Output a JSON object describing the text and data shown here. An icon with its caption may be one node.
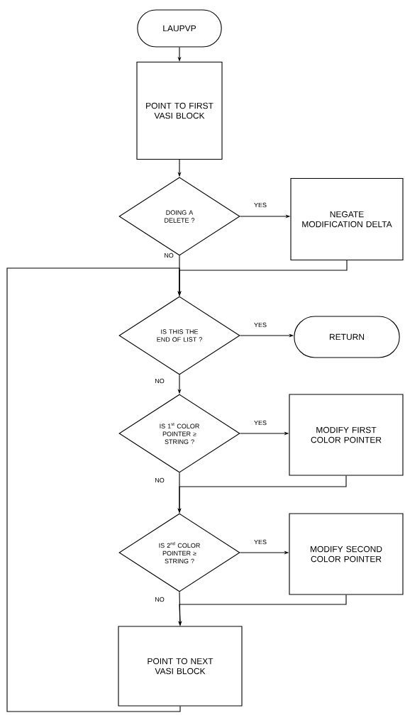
{
  "diagram": {
    "nodes": [
      {
        "text": [
          "LAUPVP"
        ]
      },
      {
        "text": [
          "POINT TO FIRST VASI BLOCK"
        ]
      },
      {
        "text": [
          "DOING A DELETE ?"
        ]
      },
      {
        "text": [
          "NEGATE MODIFICATION DELTA"
        ]
      },
      {
        "text": [
          "IS THIS THE END OF LIST ?"
        ]
      },
      {
        "text": [
          "RETURN"
        ]
      },
      {
        "text": [
          "IS 1$^{st}$ COLOR POINTER ≥ STRING ?"
        ]
      },
      {
        "text": [
          "MODIFY FIRST COLOR POINTER"
        ]
      },
      {
        "text": [
          "IS 2$^{nd}$ COLOR POINTER ≥ STRING ?"
        ]
      },
      {
        "text": [
          "MODIFY SECOND COLOR POINTER"
        ]
      },
      {
        "text": [
          "POINT TO NEXT VASI BLOCK"
        ]
      }
    ],
    "edges": [
      {
        "from": 0,
        "to": 1,
        "arrow": "to"
      },
      {
        "from": 1,
        "to": 2,
        "arrow": "to"
      },
      {
        "from": 2,
        "to": 3,
        "arrow": "to",
        "label": "YES"
      },
      {
        "from": 2,
        "to": 4,
        "arrow": "to",
        "label": "NO"
      },
      {
        "from": 3,
        "to": 4,
        "arrow": "to"
      },
      {
        "from": 10,
        "to": 4,
        "arrow": "to"
      },
      {
        "from": 4,
        "to": 5,
        "arrow": "to",
        "label": "YES"
      },
      {
        "from": 4,
        "to": 6,
        "arrow": "to",
        "label": "NO"
      },
      {
        "from": 6,
        "to": 7,
        "arrow": "to",
        "label": "YES"
      },
      {
        "from": 6,
        "to": 8,
        "arrow": "to",
        "label": "NO"
      },
      {
        "from": 7,
        "to": 8,
        "arrow": "to"
      },
      {
        "from": 8,
        "to": 9,
        "arrow": "to",
        "label": "YES"
      },
      {
        "from": 8,
        "to": 10,
        "arrow": "to",
        "label": "NO"
      },
      {
        "from": 9,
        "to": 10,
        "arrow": "to"
      }
    ]
  }
}
